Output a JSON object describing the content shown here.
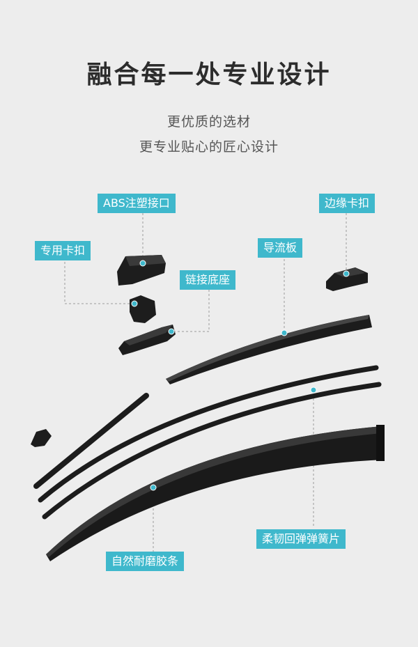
{
  "header": {
    "title": "融合每一处专业设计",
    "subtitle_line1": "更优质的选材",
    "subtitle_line2": "更专业贴心的匠心设计"
  },
  "labels": {
    "abs_connector": "ABS注塑接口",
    "edge_clip": "边缘卡扣",
    "dedicated_clip": "专用卡扣",
    "spoiler": "导流板",
    "link_base": "链接底座",
    "flexible_spring": "柔韧回弹弹簧片",
    "rubber_strip": "自然耐磨胶条"
  },
  "colors": {
    "background": "#ededed",
    "accent": "#3fb8cc",
    "part_dark": "#1c1c1c"
  }
}
